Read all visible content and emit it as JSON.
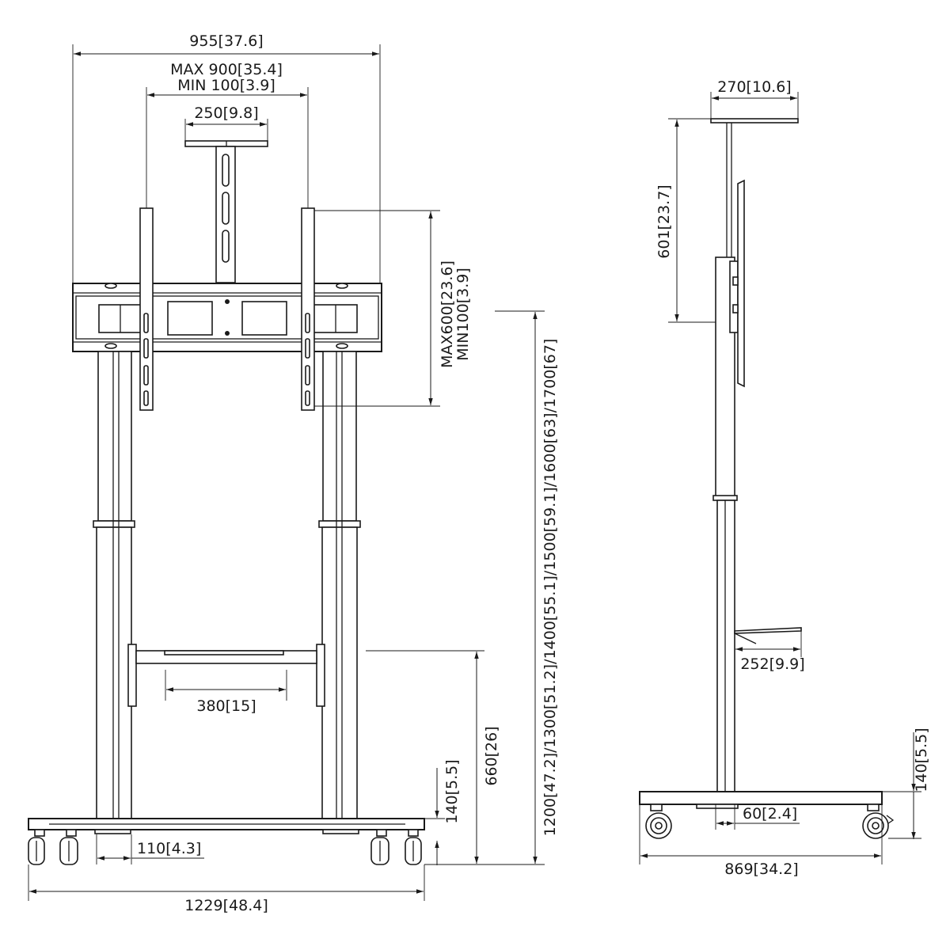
{
  "dimensions": {
    "overall_width_top": "955[37.6]",
    "vesa_horizontal_max": "MAX 900[35.4]",
    "vesa_horizontal_min": "MIN 100[3.9]",
    "camera_shelf_width": "250[9.8]",
    "vesa_vertical_max": "MAX600[23.6]",
    "vesa_vertical_min": "MIN100[3.9]",
    "height_options": "1200[47.2]/1300[51.2]/1400[55.1]/1500[59.1]/1600[63]/1700[67]",
    "av_shelf_width": "380[15]",
    "av_shelf_height": "660[26]",
    "base_height_front": "140[5.5]",
    "caster_offset": "110[4.3]",
    "base_width": "1229[48.4]",
    "top_shelf_depth": "270[10.6]",
    "top_shelf_height": "601[23.7]",
    "side_shelf_depth": "252[9.9]",
    "base_height_side": "140[5.5]",
    "column_offset": "60[2.4]",
    "base_depth": "869[34.2]"
  }
}
